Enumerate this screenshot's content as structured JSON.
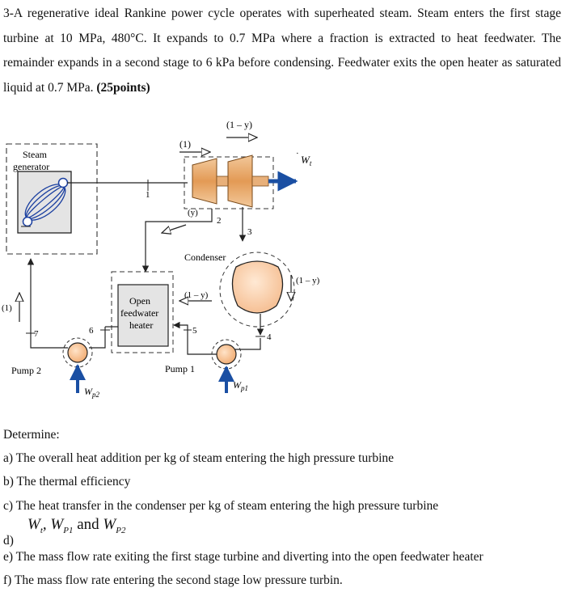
{
  "problem": {
    "text": "3-A regenerative ideal Rankine power cycle operates with superheated steam. Steam enters the first stage turbine at 10 MPa, 480°C. It expands to 0.7 MPa where a fraction is extracted to heat feedwater. The remainder expands in a second stage to 6 kPa before condensing. Feedwater exits the open heater as saturated liquid at 0.7 MPa.",
    "points": "(25points)"
  },
  "diagram": {
    "steam_generator": [
      "Steam",
      "generator"
    ],
    "condenser": "Condenser",
    "open_feedwater_heater": [
      "Open",
      "feedwater",
      "heater"
    ],
    "pump1": "Pump 1",
    "pump2": "Pump 2",
    "flow_one_top": "(1)",
    "flow_one_left": "(1)",
    "flow_1my_top": "(1 – y)",
    "flow_1my_right": "(1 – y)",
    "flow_1my_heater": "(1 – y)",
    "flow_y": "(y)",
    "wt_label": "W",
    "wt_sub": "t",
    "wp1_label": "W",
    "wp1_sub": "p1",
    "wp2_label": "W",
    "wp2_sub": "p2",
    "state1": "1",
    "state2": "2",
    "state3": "3",
    "state4": "4",
    "state5": "5",
    "state6": "6",
    "state7": "7"
  },
  "questions": {
    "determine": "Determine:",
    "a": "a) The overall heat addition per kg of steam entering the high pressure turbine",
    "b": "b) The thermal efficiency",
    "c": "c) The heat transfer in the condenser per kg of steam entering the high pressure turbine",
    "d_label": "d)",
    "d_w1": "W",
    "d_w1_sub": "t",
    "d_w2": "W",
    "d_w2_sub": "P1",
    "d_and": "and",
    "d_w3": "W",
    "d_w3_sub": "P2",
    "e": "e) The mass flow rate exiting the first stage turbine and diverting into the open feedwater heater",
    "f": "f) The mass flow rate entering the second stage low pressure turbin."
  }
}
